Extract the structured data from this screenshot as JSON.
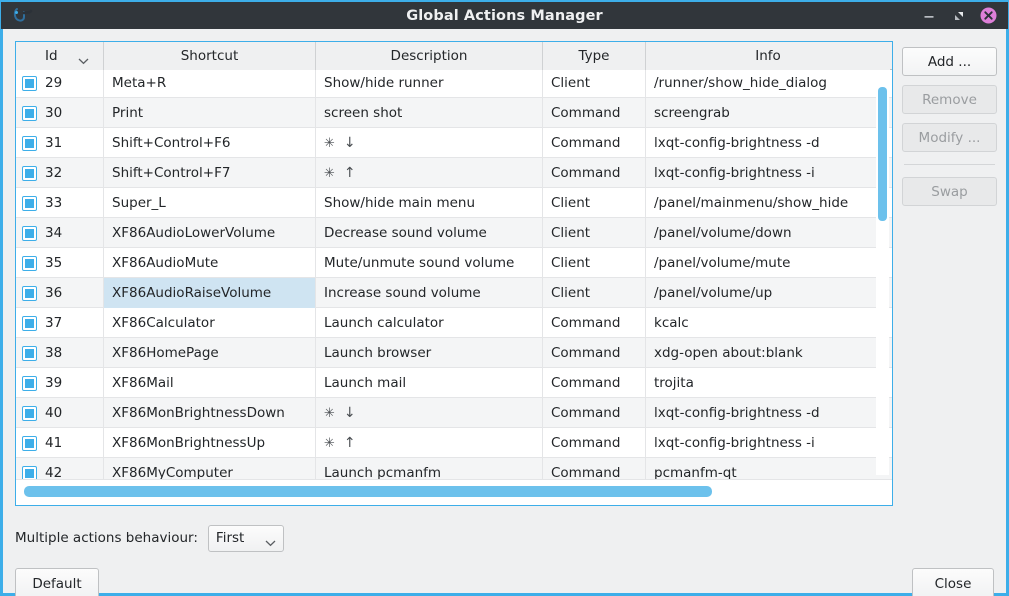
{
  "window": {
    "title": "Global Actions Manager",
    "icon": "app-icon",
    "buttons": [
      {
        "name": "minimize-button",
        "glyph": "minimize-icon"
      },
      {
        "name": "maximize-button",
        "glyph": "maximize-icon"
      },
      {
        "name": "close-button",
        "glyph": "close-icon",
        "color": "#dd7fd8"
      }
    ]
  },
  "table": {
    "columns": [
      {
        "key": "id",
        "label": "Id",
        "sort": "descending"
      },
      {
        "key": "shortcut",
        "label": "Shortcut"
      },
      {
        "key": "description",
        "label": "Description"
      },
      {
        "key": "type",
        "label": "Type"
      },
      {
        "key": "info",
        "label": "Info"
      }
    ],
    "selected_cell": {
      "row_id": "36",
      "column": "shortcut"
    },
    "rows": [
      {
        "id": "29",
        "shortcut": "Meta+R",
        "description": "Show/hide runner",
        "type": "Client",
        "info": "/runner/show_hide_dialog"
      },
      {
        "id": "30",
        "shortcut": "Print",
        "description": "screen shot",
        "type": "Command",
        "info": "screengrab"
      },
      {
        "id": "31",
        "shortcut": "Shift+Control+F6",
        "description": "",
        "desc_glyphs": [
          "brightness-icon",
          "arrow-down-icon"
        ],
        "type": "Command",
        "info": "lxqt-config-brightness -d"
      },
      {
        "id": "32",
        "shortcut": "Shift+Control+F7",
        "description": "",
        "desc_glyphs": [
          "brightness-icon",
          "arrow-up-icon"
        ],
        "type": "Command",
        "info": "lxqt-config-brightness -i"
      },
      {
        "id": "33",
        "shortcut": "Super_L",
        "description": "Show/hide main menu",
        "type": "Client",
        "info": "/panel/mainmenu/show_hide"
      },
      {
        "id": "34",
        "shortcut": "XF86AudioLowerVolume",
        "description": "Decrease sound volume",
        "type": "Client",
        "info": "/panel/volume/down"
      },
      {
        "id": "35",
        "shortcut": "XF86AudioMute",
        "description": "Mute/unmute sound volume",
        "type": "Client",
        "info": "/panel/volume/mute"
      },
      {
        "id": "36",
        "shortcut": "XF86AudioRaiseVolume",
        "description": "Increase sound volume",
        "type": "Client",
        "info": "/panel/volume/up"
      },
      {
        "id": "37",
        "shortcut": "XF86Calculator",
        "description": "Launch calculator",
        "type": "Command",
        "info": "kcalc"
      },
      {
        "id": "38",
        "shortcut": "XF86HomePage",
        "description": "Launch browser",
        "type": "Command",
        "info": "xdg-open about:blank"
      },
      {
        "id": "39",
        "shortcut": "XF86Mail",
        "description": "Launch mail",
        "type": "Command",
        "info": "trojita"
      },
      {
        "id": "40",
        "shortcut": "XF86MonBrightnessDown",
        "description": "",
        "desc_glyphs": [
          "brightness-icon",
          "arrow-down-icon"
        ],
        "type": "Command",
        "info": "lxqt-config-brightness -d"
      },
      {
        "id": "41",
        "shortcut": "XF86MonBrightnessUp",
        "description": "",
        "desc_glyphs": [
          "brightness-icon",
          "arrow-up-icon"
        ],
        "type": "Command",
        "info": "lxqt-config-brightness -i"
      },
      {
        "id": "42",
        "shortcut": "XF86MyComputer",
        "description": "Launch pcmanfm",
        "type": "Command",
        "info": "pcmanfm-qt"
      }
    ]
  },
  "side_buttons": [
    {
      "name": "add-button",
      "label": "Add ...",
      "enabled": true
    },
    {
      "name": "remove-button",
      "label": "Remove",
      "enabled": false
    },
    {
      "name": "modify-button",
      "label": "Modify ...",
      "enabled": false
    },
    {
      "name": "swap-button",
      "label": "Swap",
      "enabled": false
    }
  ],
  "behaviour": {
    "label": "Multiple actions behaviour:",
    "selected": "First",
    "options": [
      "First"
    ]
  },
  "footer": {
    "default_label": "Default",
    "close_label": "Close"
  },
  "colors": {
    "accent": "#3daee9",
    "titlebar": "#31363b",
    "selection": "#cfe4f2",
    "scrollbar": "#6cc1ec",
    "close_button": "#dd7fd8"
  }
}
